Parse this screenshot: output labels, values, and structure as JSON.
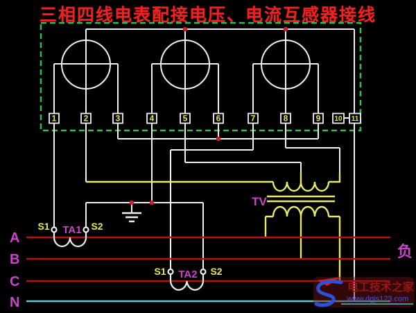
{
  "title": "三相四线电表配接电压、电流互感器接线",
  "meter": {
    "terminals": [
      "1",
      "2",
      "3",
      "4",
      "5",
      "6",
      "7",
      "8",
      "9",
      "10",
      "11"
    ]
  },
  "voltage_transformer": {
    "label": "TV"
  },
  "current_transformers": {
    "ta1": {
      "label": "TA1",
      "s1": "S1",
      "s2": "S2"
    },
    "ta2": {
      "label": "TA2",
      "s1": "S1",
      "s2": "S2"
    }
  },
  "phase_lines": {
    "a": "A",
    "b": "B",
    "c": "C",
    "n": "N"
  },
  "load_label": "负",
  "watermark": {
    "site_name": "电工技术之家",
    "site_url": "www.dgjs123.com"
  },
  "colors": {
    "title_red": "#ee2222",
    "wire_white": "#f2f2f2",
    "wire_yellow": "#e9e96a",
    "phase_red": "#bb1111",
    "neutral_cyan": "#5ecccc",
    "label_magenta": "#cc44cc",
    "terminal_yellow": "#e8e84a",
    "border_green": "#33bb55",
    "junction_red": "#cc2233"
  }
}
